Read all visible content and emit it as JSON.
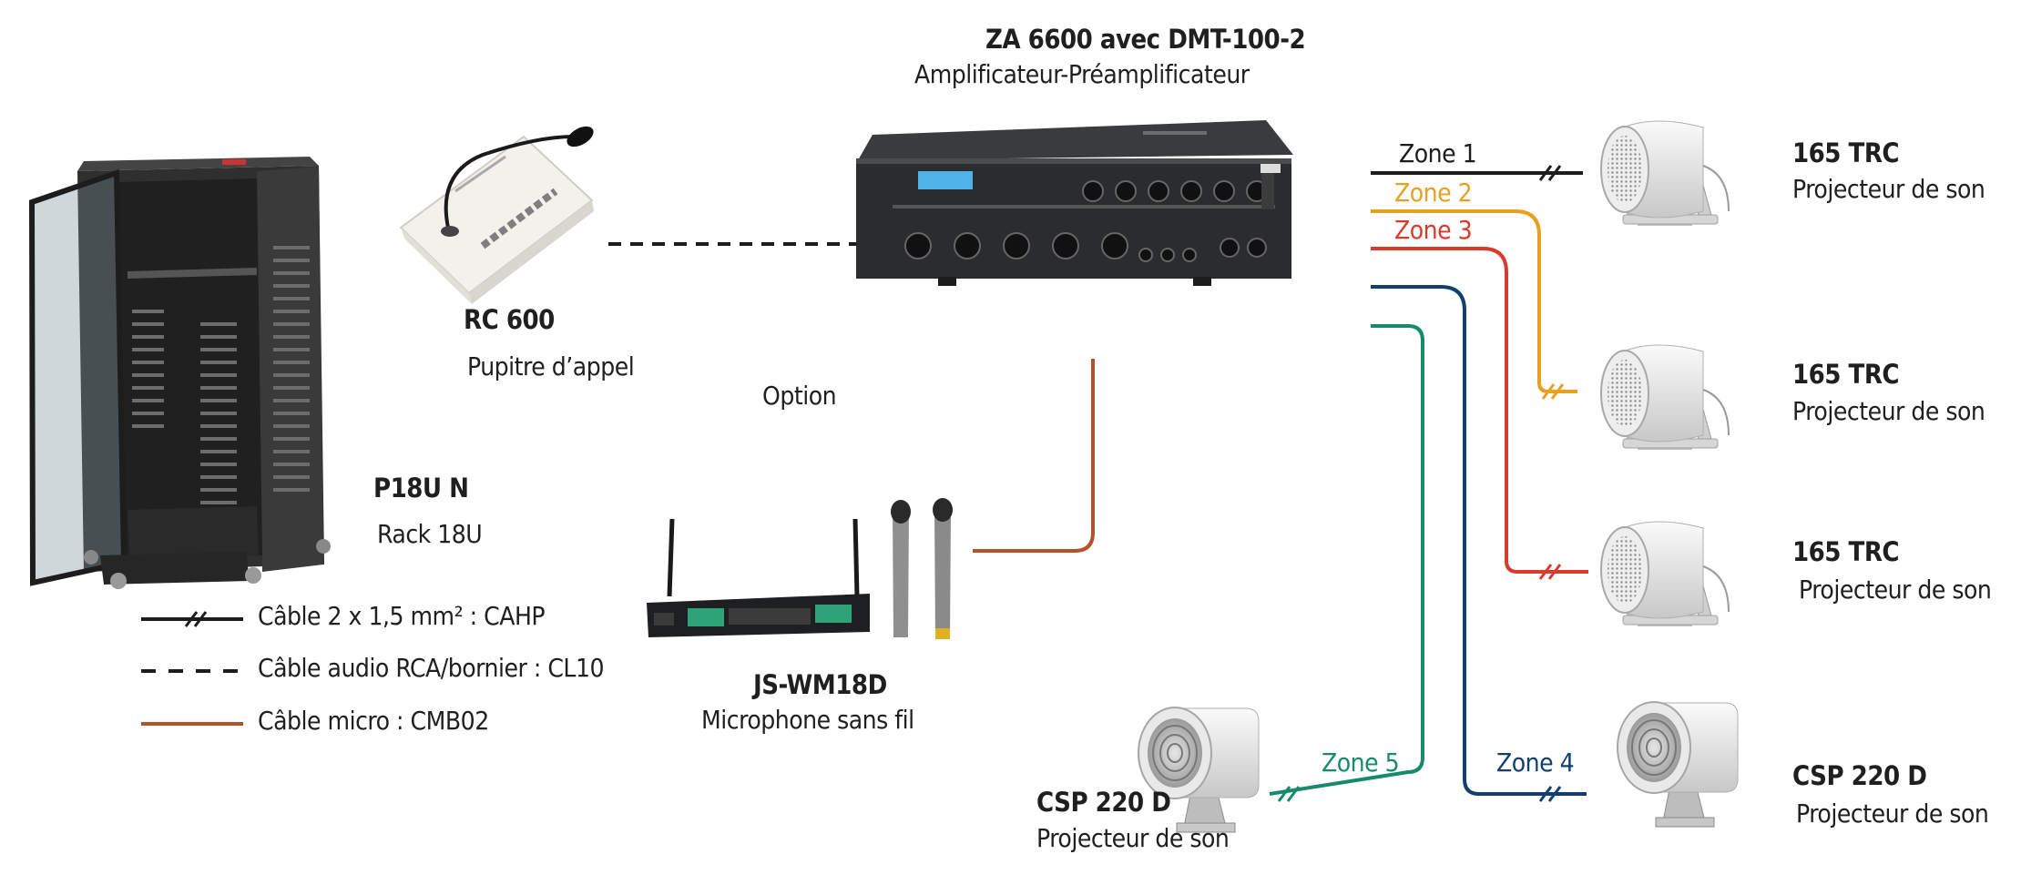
{
  "devices": {
    "amplifier": {
      "name": "ZA 6600 avec DMT-100-2",
      "desc": "Amplificateur-Préamplificateur"
    },
    "call_station": {
      "name": "RC 600",
      "desc": "Pupitre d’appel"
    },
    "option_label": "Option",
    "rack": {
      "name": "P18U N",
      "desc": "Rack 18U"
    },
    "microphone": {
      "name": "JS-WM18D",
      "desc": "Microphone sans fil"
    },
    "speaker_1": {
      "name": "165 TRC",
      "desc": "Projecteur de son"
    },
    "speaker_2": {
      "name": "165 TRC",
      "desc": "Projecteur de son"
    },
    "speaker_3": {
      "name": "165 TRC",
      "desc": "Projecteur de son"
    },
    "speaker_4": {
      "name": "CSP 220 D",
      "desc": "Projecteur de son"
    },
    "speaker_5": {
      "name": "CSP 220 D",
      "desc": "Projecteur de son"
    }
  },
  "zones": [
    {
      "label": "Zone 1",
      "color": "#1c1c1c"
    },
    {
      "label": "Zone 2",
      "color": "#e8a020"
    },
    {
      "label": "Zone 3",
      "color": "#d93a2b"
    },
    {
      "label": "Zone 4",
      "color": "#123f6e"
    },
    {
      "label": "Zone 5",
      "color": "#178a6a"
    }
  ],
  "legend": [
    {
      "label": "Câble 2 x 1,5 mm² : CAHP",
      "style": "solid-hatched",
      "color": "#1c1c1c"
    },
    {
      "label": "Câble audio RCA/bornier : CL10",
      "style": "dashed",
      "color": "#1c1c1c"
    },
    {
      "label": "Câble micro : CMB02",
      "style": "solid",
      "color": "#b5512b"
    }
  ]
}
